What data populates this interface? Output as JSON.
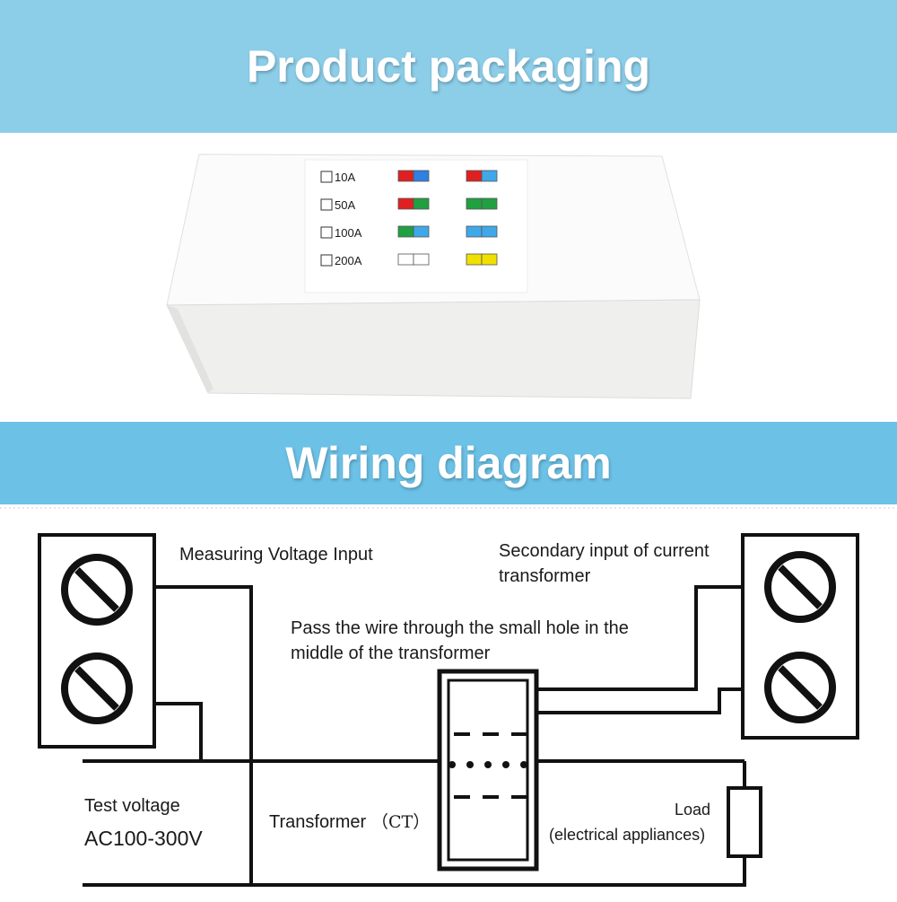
{
  "colors": {
    "banner": "#8ccde8",
    "banner_mid": "#6cc1e6",
    "box_front": "#f1f1f0",
    "box_top": "#fafafa",
    "wire": "#111111"
  },
  "sections": {
    "packaging_title": "Product packaging",
    "wiring_title": "Wiring diagram"
  },
  "packaging": {
    "options": [
      {
        "label": "10A",
        "code_a": [
          "#e02020",
          "#2f80e0"
        ],
        "code_b": [
          "#e02020",
          "#3fa8e8"
        ]
      },
      {
        "label": "50A",
        "code_a": [
          "#e02020",
          "#20a040"
        ],
        "code_b": [
          "#20a040",
          "#20a040"
        ]
      },
      {
        "label": "100A",
        "code_a": [
          "#20a040",
          "#3fa8e8"
        ],
        "code_b": [
          "#3fa8e8",
          "#3fa8e8"
        ]
      },
      {
        "label": "200A",
        "code_a": [
          "#ffffff",
          "#ffffff"
        ],
        "code_b": [
          "#f0e000",
          "#f0e000"
        ]
      }
    ]
  },
  "diagram": {
    "label_voltage_input": "Measuring Voltage Input",
    "label_ct_input_line1": "Secondary input of current",
    "label_ct_input_line2": "transformer",
    "label_pass_line1": "Pass the wire through the small hole in the",
    "label_pass_line2": "middle of the transformer",
    "label_test_voltage": "Test voltage",
    "label_voltage_range": "AC100-300V",
    "label_transformer": "Transformer",
    "label_ct": "（CT）",
    "label_load": "Load",
    "label_load_desc": "(electrical appliances)"
  }
}
